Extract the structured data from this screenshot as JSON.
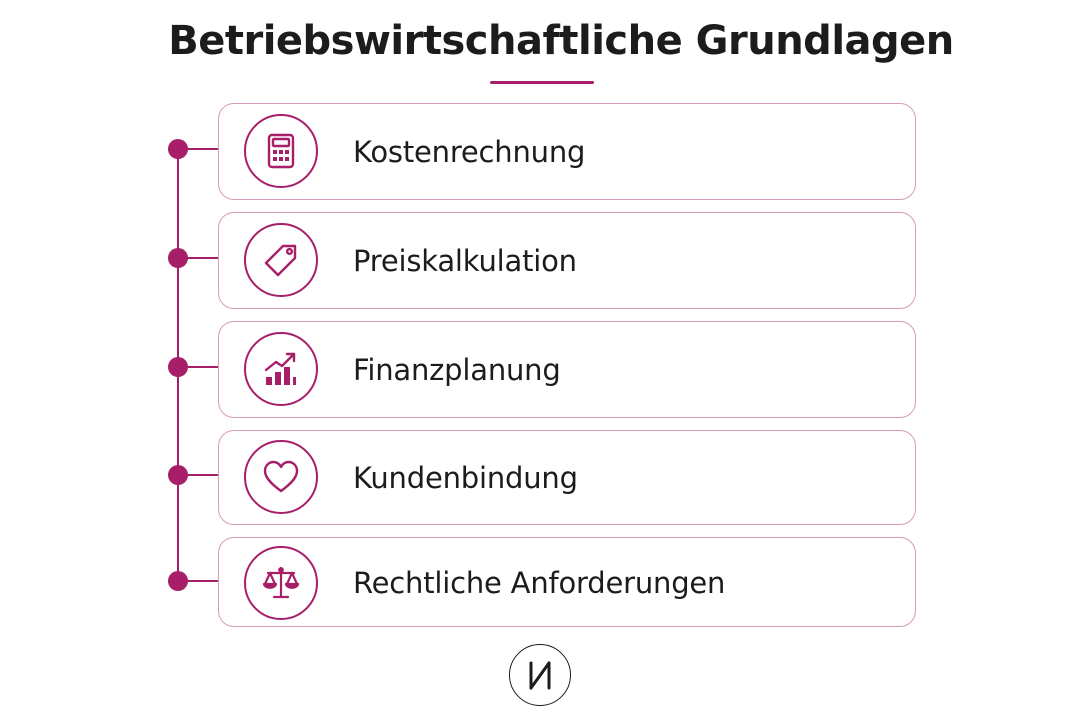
{
  "title": "Betriebswirtschaftliche Grundlagen",
  "accent_color": "#a61f68",
  "border_color": "#d79bbd",
  "items": [
    {
      "label": "Kostenrechnung",
      "icon": "calculator-icon"
    },
    {
      "label": "Preiskalkulation",
      "icon": "price-tag-icon"
    },
    {
      "label": "Finanzplanung",
      "icon": "growth-chart-icon"
    },
    {
      "label": "Kundenbindung",
      "icon": "heart-icon"
    },
    {
      "label": "Rechtliche Anforderungen",
      "icon": "scales-icon"
    }
  ],
  "footer": {
    "logo": "brand-logo"
  }
}
